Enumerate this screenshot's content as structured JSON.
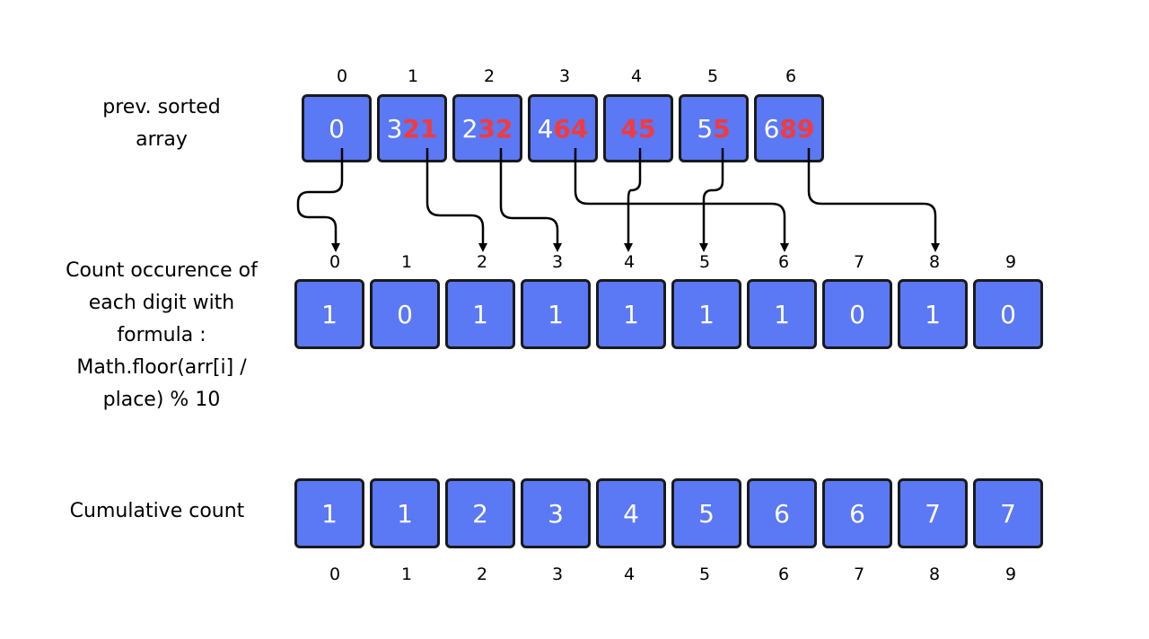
{
  "labels": {
    "sorted_line1": "prev. sorted",
    "sorted_line2": "array",
    "count_line1": "Count occurence of",
    "count_line2": "each digit with",
    "count_line3": "formula :",
    "count_line4": "Math.floor(arr[i] /",
    "count_line5": "place)  % 10",
    "cumulative": "Cumulative count"
  },
  "sorted_array": {
    "indices": [
      "0",
      "1",
      "2",
      "3",
      "4",
      "5",
      "6"
    ],
    "cells": [
      {
        "prefix": "",
        "highlight": "",
        "plain": "0"
      },
      {
        "prefix": "3",
        "highlight": "21",
        "plain": ""
      },
      {
        "prefix": "2",
        "highlight": "32",
        "plain": ""
      },
      {
        "prefix": "4",
        "highlight": "64",
        "plain": ""
      },
      {
        "prefix": "",
        "highlight": "45",
        "plain": ""
      },
      {
        "prefix": "5",
        "highlight": "5",
        "plain": ""
      },
      {
        "prefix": "6",
        "highlight": "89",
        "plain": ""
      }
    ]
  },
  "count_array": {
    "indices": [
      "0",
      "1",
      "2",
      "3",
      "4",
      "5",
      "6",
      "7",
      "8",
      "9"
    ],
    "values": [
      "1",
      "0",
      "1",
      "1",
      "1",
      "1",
      "1",
      "0",
      "1",
      "0"
    ]
  },
  "cumulative_array": {
    "indices": [
      "0",
      "1",
      "2",
      "3",
      "4",
      "5",
      "6",
      "7",
      "8",
      "9"
    ],
    "values": [
      "1",
      "1",
      "2",
      "3",
      "4",
      "5",
      "6",
      "6",
      "7",
      "7"
    ]
  },
  "arrows": [
    {
      "from": 0,
      "to": 0
    },
    {
      "from": 1,
      "to": 2
    },
    {
      "from": 2,
      "to": 3
    },
    {
      "from": 3,
      "to": 6
    },
    {
      "from": 4,
      "to": 4
    },
    {
      "from": 5,
      "to": 5
    },
    {
      "from": 6,
      "to": 8
    }
  ],
  "colors": {
    "cell_fill": "#5b78f5",
    "cell_border": "#1a1a1a",
    "cell_text": "#ffffff",
    "highlight_text": "#f43a3a"
  }
}
